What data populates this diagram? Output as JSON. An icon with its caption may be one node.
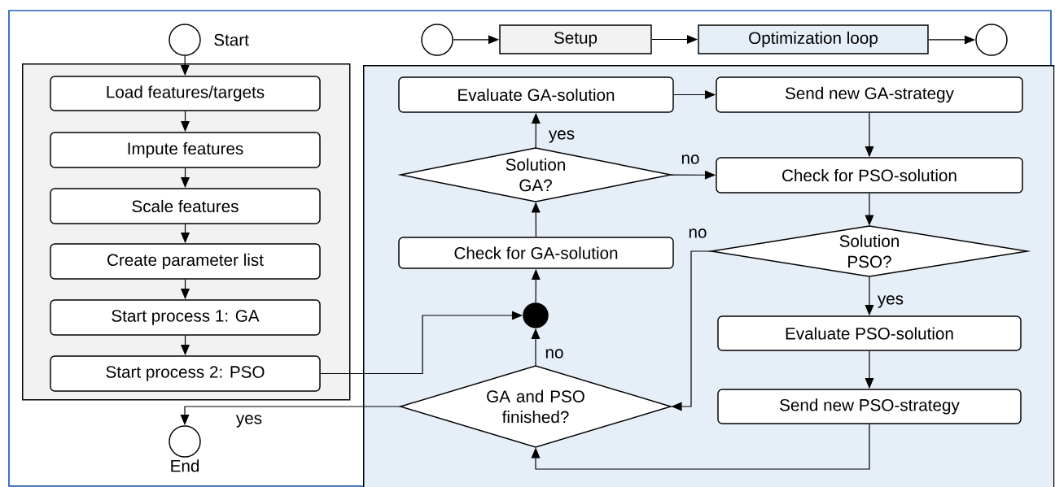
{
  "diagram": {
    "nodes": [
      {
        "text": [],
        "shape": "circle",
        "beside": [
          "Start"
        ]
      },
      {
        "text": [],
        "shape": "box"
      },
      {
        "text": [
          "Load features/targets"
        ],
        "in": 1
      },
      {
        "text": [
          "Impute features"
        ],
        "in": 1
      },
      {
        "text": [
          "Scale features"
        ],
        "in": 1
      },
      {
        "text": [
          "Create parameter list"
        ],
        "in": 1
      },
      {
        "text": [
          "Start process 1: GA"
        ],
        "in": 1
      },
      {
        "text": [
          "Start process 2: PSO"
        ],
        "in": 1
      },
      {
        "text": [],
        "shape": "circle",
        "beside": [
          "End"
        ]
      },
      {
        "text": [],
        "shape": "circle"
      },
      {
        "text": [
          "Setup"
        ]
      },
      {
        "text": [
          "Optimization loop"
        ]
      },
      {
        "text": [],
        "shape": "circle"
      },
      {
        "text": [],
        "shape": "box"
      },
      {
        "text": [
          "Evaluate GA-solution"
        ],
        "in": 13
      },
      {
        "text": [
          "Send new GA-strategy"
        ],
        "in": 13
      },
      {
        "text": [
          "Solution GA?"
        ],
        "in": 13
      },
      {
        "text": [
          "Check for PSO-solution"
        ],
        "in": 13
      },
      {
        "text": [
          "Check for GA-solution"
        ],
        "in": 13
      },
      {
        "text": [
          "Solution PSO?"
        ],
        "in": 13
      },
      {
        "text": [],
        "shape": "dot",
        "in": 13
      },
      {
        "text": [
          "Evaluate PSO-solution"
        ],
        "in": 13
      },
      {
        "text": [
          "GA and PSO finished?"
        ],
        "in": 13
      },
      {
        "text": [
          "Send new PSO-strategy"
        ],
        "in": 13
      }
    ],
    "edges": [
      {
        "from": 0,
        "to": 2,
        "arrow": "to"
      },
      {
        "from": 2,
        "to": 3,
        "arrow": "to"
      },
      {
        "from": 3,
        "to": 4,
        "arrow": "to"
      },
      {
        "from": 4,
        "to": 5,
        "arrow": "to"
      },
      {
        "from": 5,
        "to": 6,
        "arrow": "to"
      },
      {
        "from": 6,
        "to": 7,
        "arrow": "to"
      },
      {
        "from": 7,
        "to": 20,
        "arrow": "to"
      },
      {
        "from": 20,
        "to": 18,
        "arrow": "to"
      },
      {
        "from": 18,
        "to": 16,
        "arrow": "to"
      },
      {
        "from": 16,
        "to": 14,
        "arrow": "to",
        "label": "yes"
      },
      {
        "from": 14,
        "to": 15,
        "arrow": "to"
      },
      {
        "from": 16,
        "to": 17,
        "arrow": "to",
        "label": "no"
      },
      {
        "from": 15,
        "to": 17,
        "arrow": "to"
      },
      {
        "from": 17,
        "to": 19,
        "arrow": "to"
      },
      {
        "from": 19,
        "to": 21,
        "arrow": "to",
        "label": "yes"
      },
      {
        "from": 19,
        "to": 22,
        "arrow": "to",
        "label": "no"
      },
      {
        "from": 21,
        "to": 23,
        "arrow": "to"
      },
      {
        "from": 23,
        "to": 22,
        "arrow": "to"
      },
      {
        "from": 22,
        "to": 20,
        "arrow": "to",
        "label": "no"
      },
      {
        "from": 22,
        "to": 8,
        "arrow": "to",
        "label": "yes"
      },
      {
        "from": 9,
        "to": 10,
        "arrow": "to"
      },
      {
        "from": 10,
        "to": 11,
        "arrow": "to"
      },
      {
        "from": 11,
        "to": 12,
        "arrow": "to"
      }
    ]
  }
}
